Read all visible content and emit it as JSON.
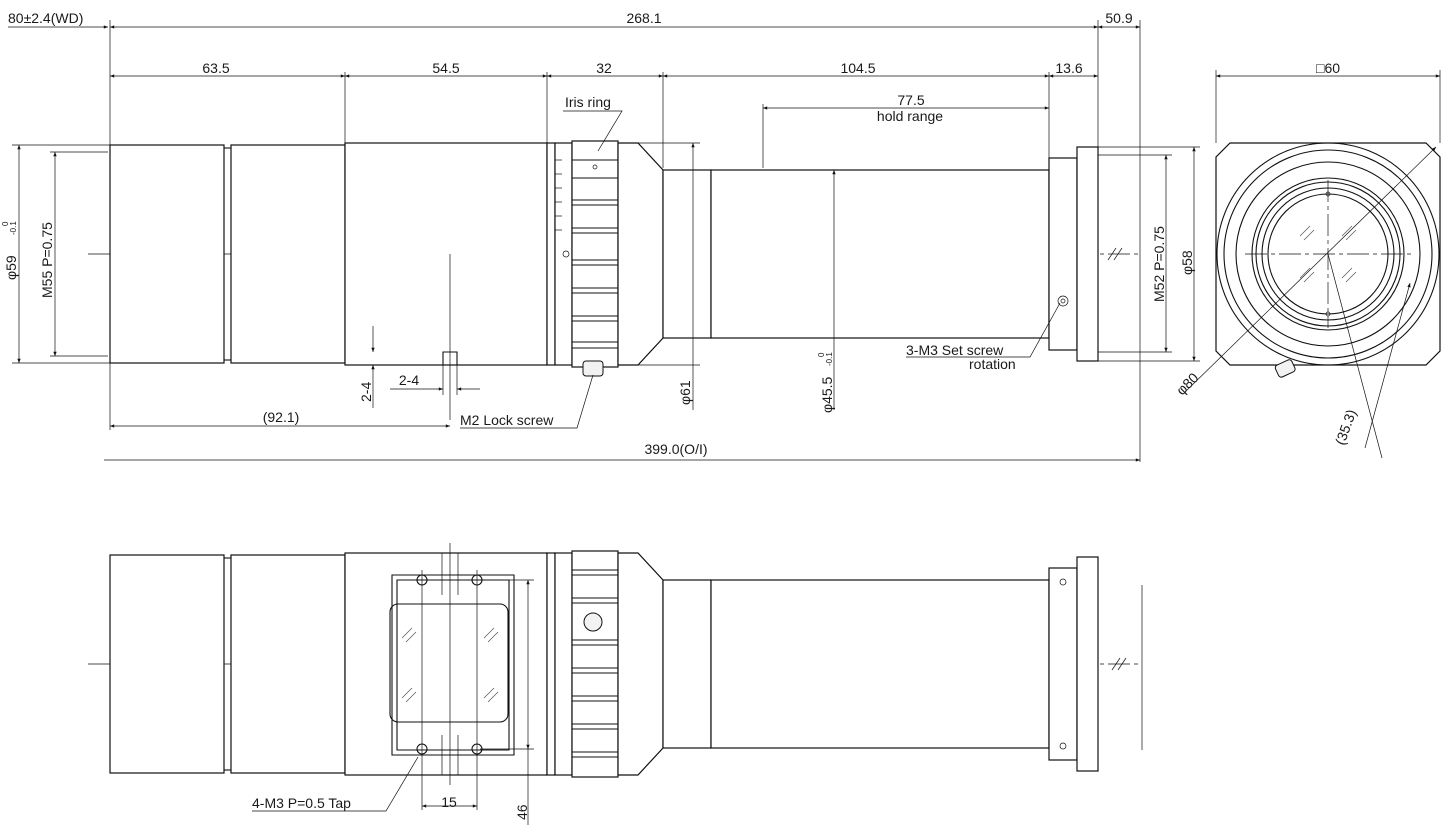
{
  "dimensions": {
    "wd": "80±2.4(WD)",
    "total": "268.1",
    "rear_flange": "50.9",
    "seg1": "63.5",
    "seg2": "54.5",
    "seg3": "32",
    "seg4": "104.5",
    "seg5": "13.6",
    "hold": "77.5",
    "dia59": "φ59",
    "tol_up": "0",
    "tol_down": "-0.1",
    "m55": "M55 P=0.75",
    "dia61": "φ61",
    "dia45": "φ45.5",
    "m52": "M52 P=0.75",
    "dia58": "φ58",
    "square": "□60",
    "dia80": "φ80",
    "d35": "(35.3)",
    "slot_w1": "2-4",
    "slot_w2": "2-4",
    "d92": "(92.1)",
    "overall": "399.0(O/I)",
    "tap_pitch": "15",
    "tap_h": "46"
  },
  "labels": {
    "iris": "Iris ring",
    "hold_range": "hold range",
    "setscrew": "3-M3 Set screw",
    "rotation": "rotation",
    "lock": "M2 Lock screw",
    "tap": "4-M3 P=0.5 Tap"
  }
}
